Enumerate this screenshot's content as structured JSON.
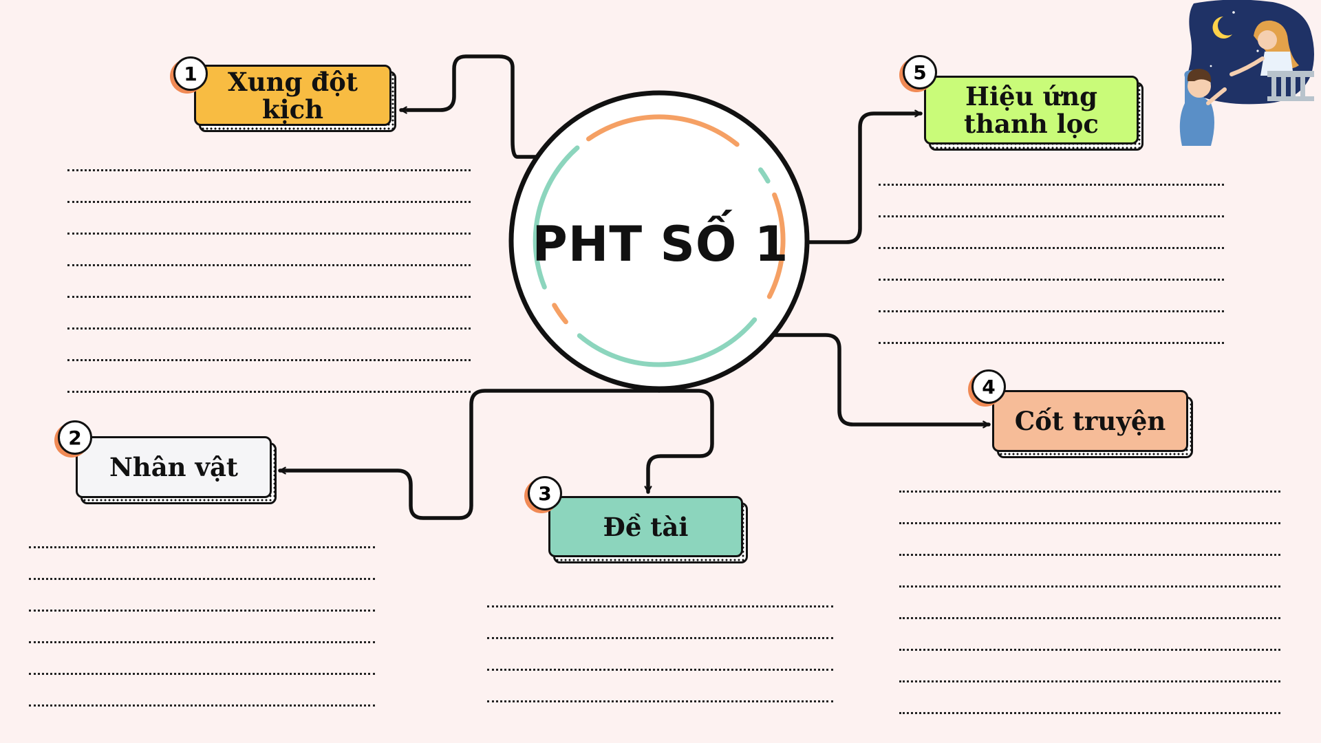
{
  "center": {
    "title": "PHT SỐ 1"
  },
  "nodes": [
    {
      "number": "1",
      "label": "Xung đột kịch",
      "color": "#f8bc42"
    },
    {
      "number": "2",
      "label": "Nhân vật",
      "color": "#f5f5f7"
    },
    {
      "number": "3",
      "label": "Đề tài",
      "color": "#8cd5bd"
    },
    {
      "number": "4",
      "label": "Cốt truyện",
      "color": "#f6bc98"
    },
    {
      "number": "5",
      "label": "Hiệu ứng thanh lọc",
      "color": "#c9fb79"
    }
  ],
  "colors": {
    "background": "#fdf2f1",
    "ring_orange": "#f5a064",
    "ring_teal": "#8cd5bd",
    "badge_accent": "#f08a55"
  },
  "illustration": {
    "icon": "balcony-scene-icon"
  }
}
